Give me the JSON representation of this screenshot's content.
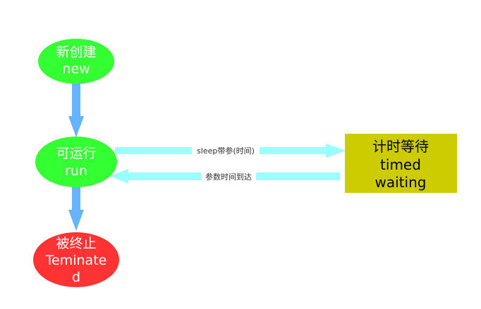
{
  "colors": {
    "running_state": "#33ff33",
    "terminated_state": "#ff3333",
    "waiting_state": "#cccc00",
    "flow_arrow": "#66b3ff",
    "transition_arrow": "#99ffff"
  },
  "nodes": {
    "new": {
      "line1": "新创建",
      "line2": "new"
    },
    "run": {
      "line1": "可运行",
      "line2": "run"
    },
    "terminated": {
      "line1": "被终止",
      "line2": "Teminate",
      "line3": "d"
    },
    "timed_waiting": {
      "line1": "计时等待",
      "line2": "timed",
      "line3": "waiting"
    }
  },
  "edges": {
    "to_waiting": "sleep带参(时间)",
    "to_run": "参数时间到达"
  }
}
